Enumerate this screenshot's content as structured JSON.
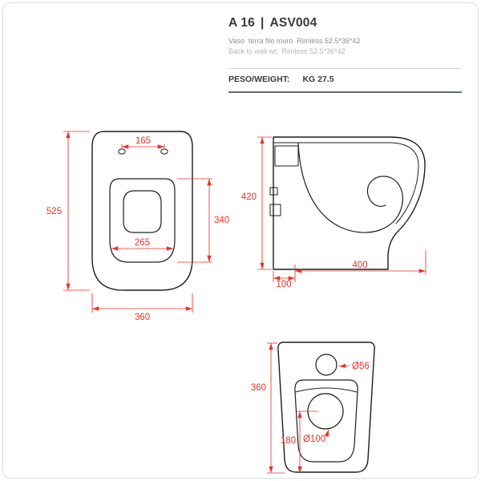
{
  "header": {
    "series": "A 16",
    "separator": "|",
    "code": "ASV004",
    "description_it": "Vaso  terra filo muro  Rimless 52.5*36*42",
    "description_en": "Back to wall wc  Rimless 52.5*36*42",
    "weight_label": "PESO/WEIGHT:",
    "weight_value": "KG 27.5"
  },
  "colors": {
    "dimension_red": "#e5352b",
    "line_black": "#1d1d1b",
    "divider_light": "#d5d5d5",
    "divider_dark": "#5e6e6a"
  },
  "views": {
    "top": {
      "name": "top-plan-view",
      "dims": {
        "hinge_spacing": "165",
        "total_depth": "525",
        "seat_length": "340",
        "seat_width": "265",
        "total_width": "360"
      }
    },
    "side": {
      "name": "side-profile-view",
      "dims": {
        "height": "420",
        "outlet_offset": "100",
        "depth": "400"
      }
    },
    "front": {
      "name": "front-back-view",
      "dims": {
        "inlet_diameter": "Ø56",
        "height": "360",
        "outlet_height": "180",
        "outlet_diameter": "Ø100"
      }
    }
  }
}
